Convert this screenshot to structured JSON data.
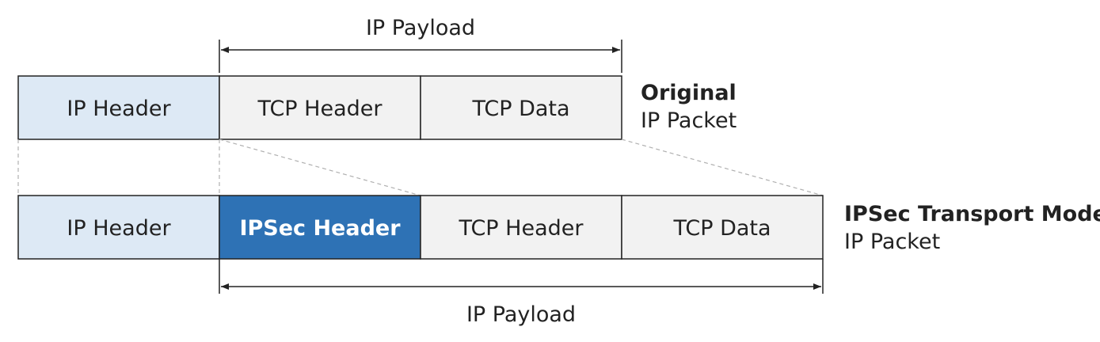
{
  "top_packet": {
    "payload_label": "IP Payload",
    "segments": [
      {
        "label": "IP Header",
        "fill": "#dde9f5",
        "text_color": "#222222"
      },
      {
        "label": "TCP Header",
        "fill": "#f2f2f2",
        "text_color": "#222222"
      },
      {
        "label": "TCP Data",
        "fill": "#f2f2f2",
        "text_color": "#222222"
      }
    ],
    "side_label_bold": "Original",
    "side_label": "IP Packet"
  },
  "bottom_packet": {
    "payload_label": "IP Payload",
    "segments": [
      {
        "label": "IP Header",
        "fill": "#dde9f5",
        "text_color": "#222222"
      },
      {
        "label": "IPSec Header",
        "fill": "#2e72b5",
        "text_color": "#ffffff"
      },
      {
        "label": "TCP Header",
        "fill": "#f2f2f2",
        "text_color": "#222222"
      },
      {
        "label": "TCP Data",
        "fill": "#f2f2f2",
        "text_color": "#222222"
      }
    ],
    "side_label_bold": "IPSec Transport Mode",
    "side_label": "IP Packet"
  },
  "colors": {
    "border": "#222222",
    "dashed": "#b0b0b0",
    "text": "#222222"
  }
}
